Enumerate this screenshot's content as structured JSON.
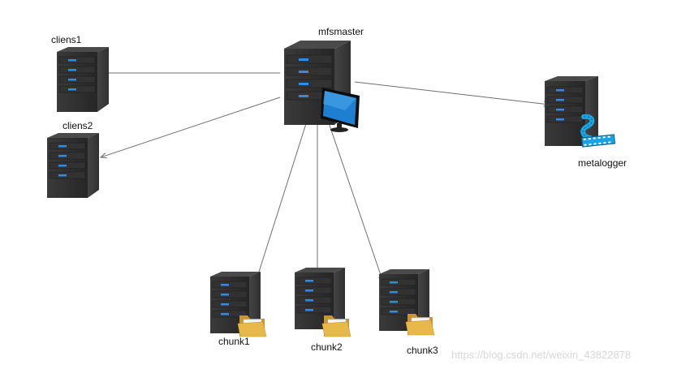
{
  "nodes": {
    "mfsmaster": {
      "label": "mfsmaster",
      "icon": "server-with-monitor-icon"
    },
    "cliens1": {
      "label": "cliens1",
      "icon": "server-icon"
    },
    "cliens2": {
      "label": "cliens2",
      "icon": "server-icon"
    },
    "metalogger": {
      "label": "metalogger",
      "icon": "server-with-filmstrip-icon"
    },
    "chunk1": {
      "label": "chunk1",
      "icon": "server-with-folder-icon"
    },
    "chunk2": {
      "label": "chunk2",
      "icon": "server-with-folder-icon"
    },
    "chunk3": {
      "label": "chunk3",
      "icon": "server-with-folder-icon"
    }
  },
  "edges": [
    {
      "from": "mfsmaster",
      "to": "cliens1"
    },
    {
      "from": "mfsmaster",
      "to": "cliens2"
    },
    {
      "from": "mfsmaster",
      "to": "metalogger"
    },
    {
      "from": "mfsmaster",
      "to": "chunk1"
    },
    {
      "from": "mfsmaster",
      "to": "chunk2"
    },
    {
      "from": "mfsmaster",
      "to": "chunk3"
    }
  ],
  "watermark": "https://blog.csdn.net/weixin_43822878",
  "colors": {
    "edge": "#6f6f6f",
    "server_body": "#2b2b2b",
    "server_light": "#2f8be6",
    "folder": "#e8b84a",
    "monitor_screen": "#1e7fd0",
    "filmstrip": "#1aa3e0"
  }
}
